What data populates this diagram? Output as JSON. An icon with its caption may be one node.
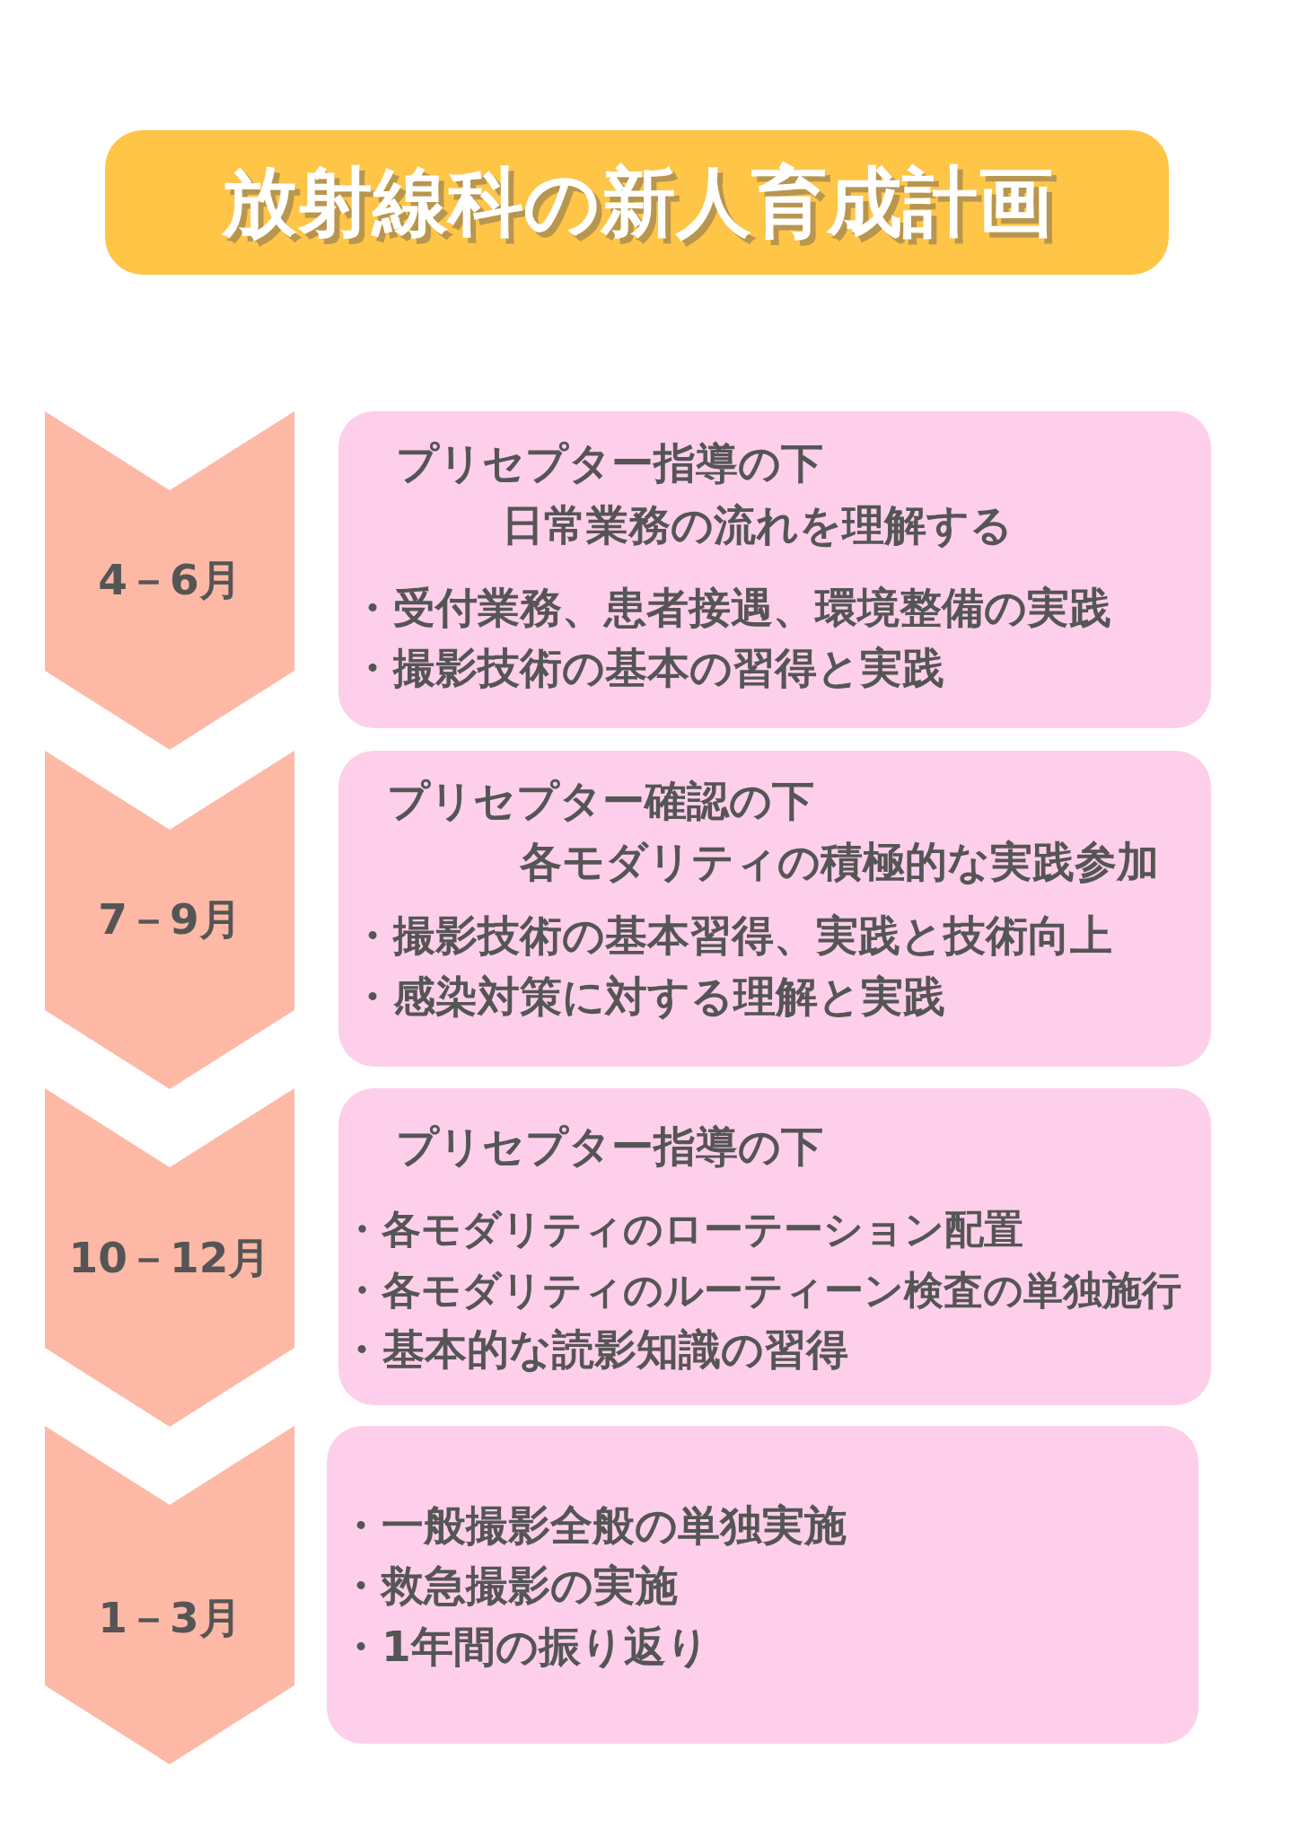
{
  "diagram": {
    "title": "放射線科の新人育成計画",
    "nodes": [
      {
        "text": [
          "4－6月"
        ]
      },
      {
        "text": [
          "プリセプター指導の下",
          "日常業務の流れを理解する",
          "・受付業務、患者接遇、環境整備の実践",
          "・撮影技術の基本の習得と実践"
        ]
      },
      {
        "text": [
          "7－9月"
        ]
      },
      {
        "text": [
          "プリセプター確認の下",
          "各モダリティの積極的な実践参加",
          "・撮影技術の基本習得、実践と技術向上",
          "・感染対策に対する理解と実践"
        ]
      },
      {
        "text": [
          "10－12月"
        ]
      },
      {
        "text": [
          "プリセプター指導の下",
          "・各モダリティのローテーション配置",
          "・各モダリティのルーティーン検査の単独施行",
          "・基本的な読影知識の習得"
        ]
      },
      {
        "text": [
          "1－3月"
        ]
      },
      {
        "text": [
          "・一般撮影全般の単独実施",
          "・救急撮影の実施",
          "・1年間の振り返り"
        ]
      }
    ]
  }
}
